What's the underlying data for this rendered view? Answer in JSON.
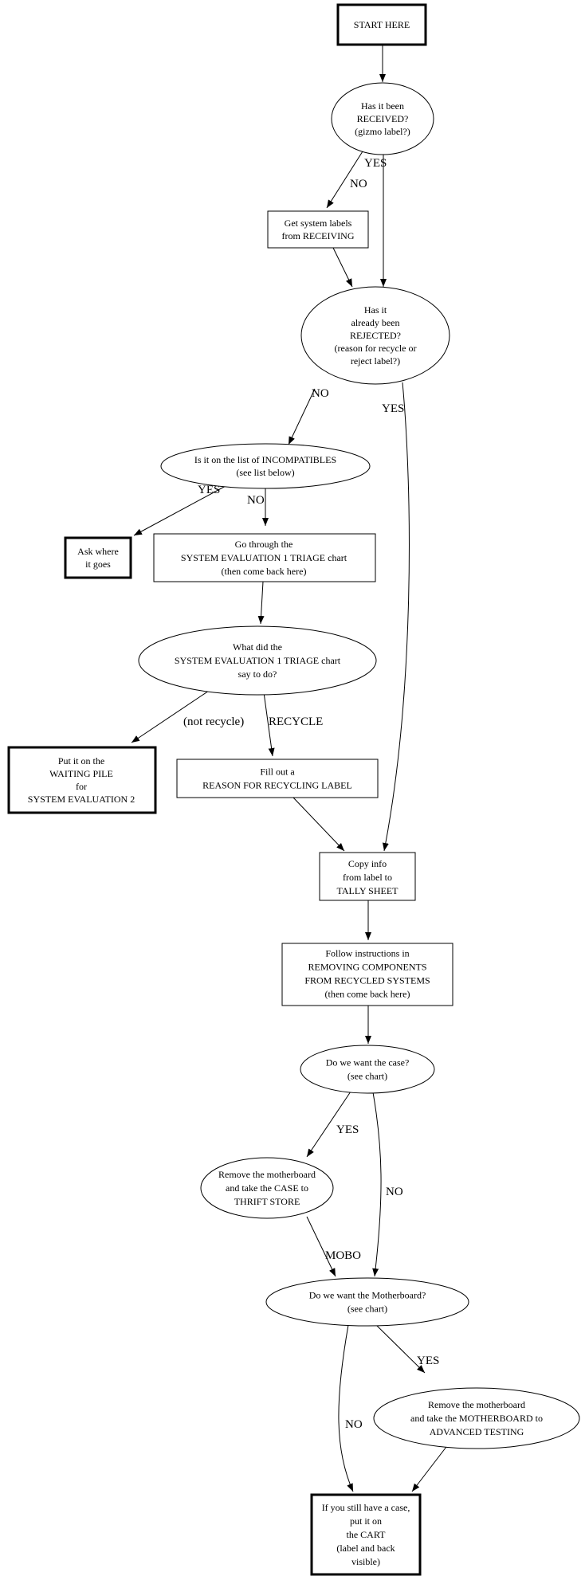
{
  "nodes": {
    "start": [
      "START HERE"
    ],
    "received_q": [
      "Has it been",
      "RECEIVED?",
      "(gizmo label?)"
    ],
    "get_labels": [
      "Get system labels",
      "from RECEIVING"
    ],
    "rejected_q": [
      "Has it",
      "already been",
      "REJECTED?",
      "(reason for recycle or",
      "reject label?)"
    ],
    "incompat_q": [
      "Is it on the list of INCOMPATIBLES",
      "(see list below)"
    ],
    "ask": [
      "Ask where",
      "it goes"
    ],
    "triage": [
      "Go through the",
      "SYSTEM EVALUATION 1 TRIAGE chart",
      "(then come back here)"
    ],
    "triage_q": [
      "What did the",
      "SYSTEM EVALUATION 1 TRIAGE chart",
      "say to do?"
    ],
    "waiting": [
      "Put it on the",
      "WAITING PILE",
      "for",
      "SYSTEM EVALUATION 2"
    ],
    "reason": [
      "Fill out a",
      "REASON FOR RECYCLING LABEL"
    ],
    "copy": [
      "Copy info",
      "from label to",
      "TALLY SHEET"
    ],
    "follow": [
      "Follow instructions in",
      "REMOVING COMPONENTS",
      "FROM RECYCLED SYSTEMS",
      "(then come back here)"
    ],
    "case_q": [
      "Do we want the case?",
      "(see chart)"
    ],
    "thrift": [
      "Remove the motherboard",
      "and take the CASE to",
      "THRIFT STORE"
    ],
    "mobo_q": [
      "Do we want the Motherboard?",
      "(see chart)"
    ],
    "advanced": [
      "Remove the motherboard",
      "and take the MOTHERBOARD to",
      "ADVANCED TESTING"
    ],
    "cart": [
      "If you still have a case,",
      "put it on",
      "the CART",
      "(label and back",
      "visible)"
    ]
  },
  "edge_labels": {
    "received_yes": "YES",
    "received_no": "NO",
    "rejected_no": "NO",
    "rejected_yes": "YES",
    "incompat_yes": "YES",
    "incompat_no": "NO",
    "not_recycle": "(not recycle)",
    "recycle": "RECYCLE",
    "case_yes": "YES",
    "case_no": "NO",
    "mobo_edge": "MOBO",
    "mobo_yes": "YES",
    "mobo_no": "NO"
  }
}
